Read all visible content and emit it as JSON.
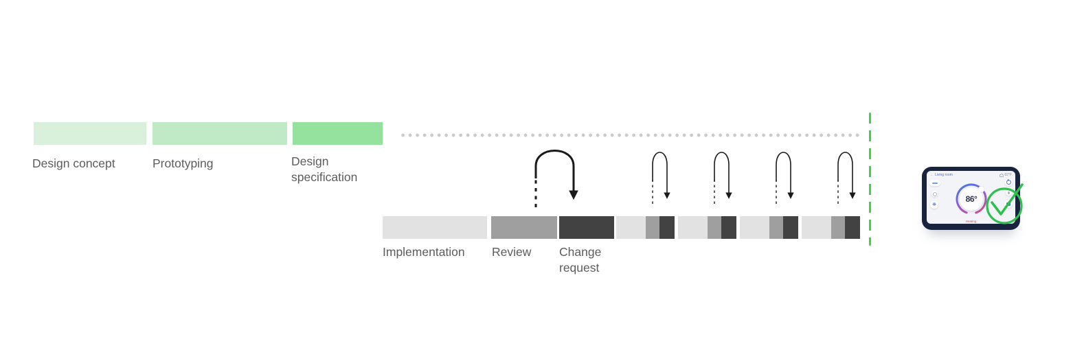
{
  "diagram": {
    "design_phases": {
      "items": [
        {
          "label": "Design concept",
          "color": "#d9f1da"
        },
        {
          "label": "Prototyping",
          "color": "#c0e9c5"
        },
        {
          "label": "Design specification",
          "color": "#95e29f"
        }
      ]
    },
    "iteration_phases": {
      "items": [
        {
          "label": "Implementation",
          "color": "#e2e2e2"
        },
        {
          "label": "Review",
          "color": "#9f9f9f"
        },
        {
          "label": "Change request",
          "color": "#424242"
        }
      ],
      "repeat_cycles": 4,
      "cycle_segment_colors": [
        "#e2e2e2",
        "#9f9f9f",
        "#424242"
      ]
    },
    "glyphs": {
      "dotted_timeline": "gray-dot-row",
      "loop_arrow": "u-turn-arrow",
      "end_marker": "green-dashed-line"
    },
    "colors": {
      "dots": "#cbcbcb",
      "arrow": "#1a1a1a",
      "end_line_green": "#45d04c",
      "label_text": "#5c5c5c"
    }
  },
  "device": {
    "header": {
      "back_icon": "←",
      "room": "Living room",
      "weather_icon": "cloud",
      "outside_temp": "82°F"
    },
    "dial": {
      "temperature": "86°",
      "mode": "Heating"
    },
    "icons": {
      "fan_icon": "❋",
      "status": "green-checkmark"
    },
    "colors": {
      "frame": "#19233e",
      "screen": "#f2f4f8",
      "accent_blue": "#3f7ce0",
      "dial_cool": "#3f7ce0",
      "dial_hot": "#e8457c",
      "check_green": "#2ebf4e"
    }
  }
}
